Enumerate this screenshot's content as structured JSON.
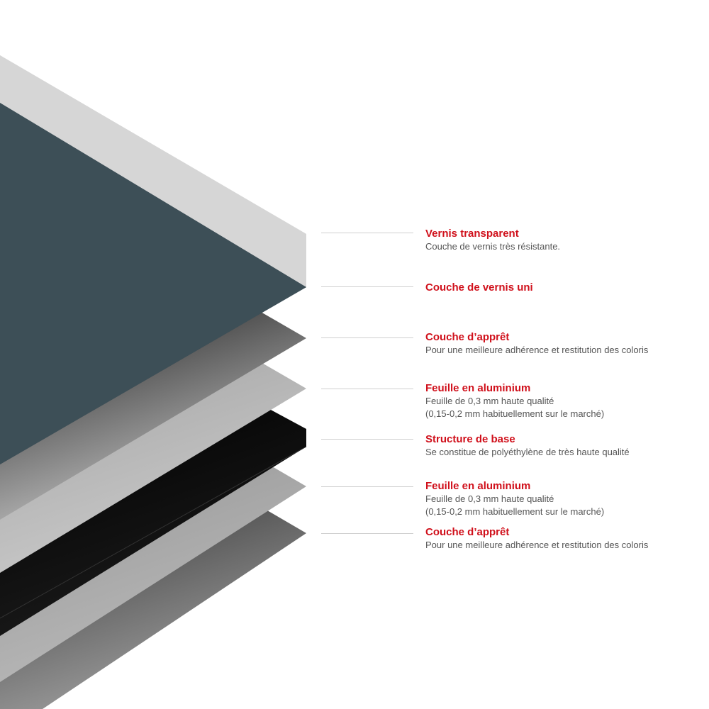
{
  "layers": [
    {
      "title": "Vernis transparent",
      "desc": [
        "Couche de vernis très résistante."
      ],
      "color": "#d6d6d6"
    },
    {
      "title": "Couche de vernis uni",
      "desc": [],
      "color": "#3d4f57"
    },
    {
      "title": "Couche d’apprêt",
      "desc": [
        "Pour une meilleure adhérence et restitution des coloris"
      ],
      "color": "#6a6a6a"
    },
    {
      "title": "Feuille en aluminium",
      "desc": [
        "Feuille de 0,3 mm haute qualité",
        "(0,15-0,2 mm habituellement sur le marché)"
      ],
      "color": "#bdbdbd"
    },
    {
      "title": "Structure de base",
      "desc": [
        "Se constitue de polyéthylène de très haute qualité"
      ],
      "color": "#111111"
    },
    {
      "title": "Feuille en aluminium",
      "desc": [
        "Feuille de 0,3 mm haute qualité",
        "(0,15-0,2 mm habituellement sur le marché)"
      ],
      "color": "#a8a8a8"
    },
    {
      "title": "Couche d’apprêt",
      "desc": [
        "Pour une meilleure adhérence et restitution des coloris"
      ],
      "color": "#5c5c5c"
    }
  ]
}
